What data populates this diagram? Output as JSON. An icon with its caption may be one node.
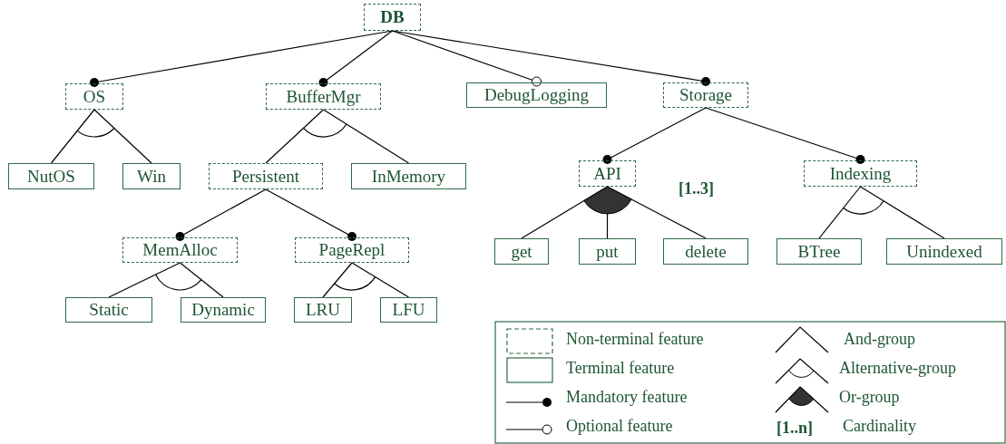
{
  "diagram": {
    "nodes": [
      {
        "text": [
          "DB"
        ]
      },
      {
        "text": [
          "OS"
        ]
      },
      {
        "text": [
          "BufferMgr"
        ]
      },
      {
        "text": [
          "DebugLogging"
        ]
      },
      {
        "text": [
          "Storage"
        ]
      },
      {
        "text": [
          "NutOS"
        ]
      },
      {
        "text": [
          "Win"
        ]
      },
      {
        "text": [
          "Persistent"
        ]
      },
      {
        "text": [
          "InMemory"
        ]
      },
      {
        "text": [
          "MemAlloc"
        ]
      },
      {
        "text": [
          "PageRepl"
        ]
      },
      {
        "text": [
          "Static"
        ]
      },
      {
        "text": [
          "Dynamic"
        ]
      },
      {
        "text": [
          "LRU"
        ]
      },
      {
        "text": [
          "LFU"
        ]
      },
      {
        "text": [
          "API"
        ]
      },
      {
        "text": [
          "Indexing"
        ]
      },
      {
        "text": [
          "get"
        ]
      },
      {
        "text": [
          "put"
        ]
      },
      {
        "text": [
          "delete"
        ]
      },
      {
        "text": [
          "BTree"
        ]
      },
      {
        "text": [
          "Unindexed"
        ]
      }
    ],
    "edges": [
      {
        "from": 0,
        "to": 1,
        "arrow": "other"
      },
      {
        "from": 0,
        "to": 2,
        "arrow": "other"
      },
      {
        "from": 0,
        "to": 3,
        "arrow": "other"
      },
      {
        "from": 0,
        "to": 4,
        "arrow": "other"
      },
      {
        "from": 1,
        "to": 5,
        "arrow": "none"
      },
      {
        "from": 1,
        "to": 6,
        "arrow": "none"
      },
      {
        "from": 2,
        "to": 7,
        "arrow": "none"
      },
      {
        "from": 2,
        "to": 8,
        "arrow": "none"
      },
      {
        "from": 7,
        "to": 9,
        "arrow": "other"
      },
      {
        "from": 7,
        "to": 10,
        "arrow": "other"
      },
      {
        "from": 9,
        "to": 11,
        "arrow": "none"
      },
      {
        "from": 9,
        "to": 12,
        "arrow": "none"
      },
      {
        "from": 10,
        "to": 13,
        "arrow": "none"
      },
      {
        "from": 10,
        "to": 14,
        "arrow": "none"
      },
      {
        "from": 4,
        "to": 15,
        "arrow": "other"
      },
      {
        "from": 4,
        "to": 16,
        "arrow": "other"
      },
      {
        "from": 15,
        "to": 17,
        "arrow": "none"
      },
      {
        "from": 15,
        "to": 18,
        "arrow": "none"
      },
      {
        "from": 15,
        "to": 19,
        "arrow": "none"
      },
      {
        "from": 16,
        "to": 20,
        "arrow": "none"
      },
      {
        "from": 16,
        "to": 21,
        "arrow": "none"
      }
    ],
    "labels": [
      "[1..3]",
      "[1..n]"
    ],
    "legend": [
      {
        "text": "Non-terminal feature"
      },
      {
        "text": "Terminal feature"
      },
      {
        "text": "Mandatory feature"
      },
      {
        "text": "Optional feature"
      },
      {
        "text": "And-group"
      },
      {
        "text": "Alternative-group"
      },
      {
        "text": "Or-group"
      },
      {
        "text": "Cardinality"
      }
    ]
  }
}
